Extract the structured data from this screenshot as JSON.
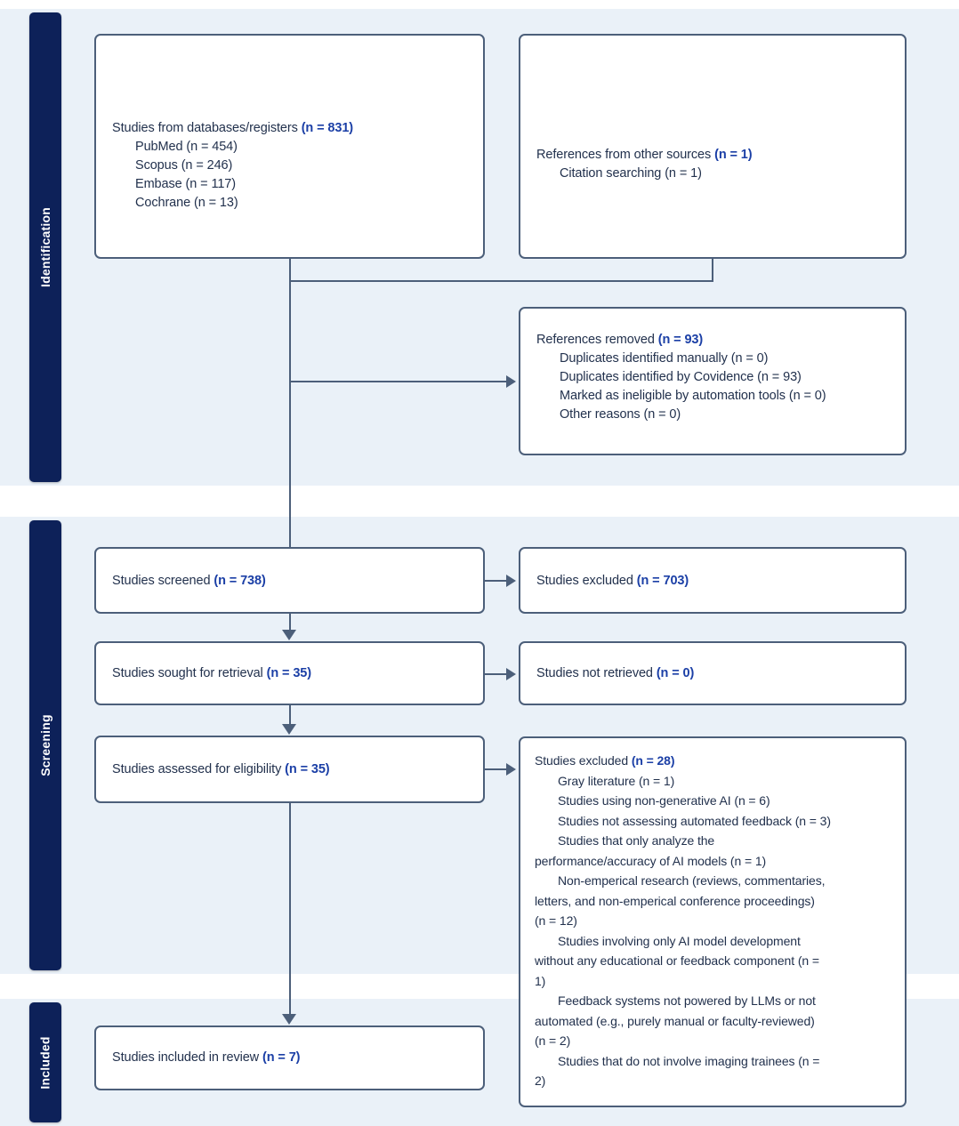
{
  "diagram": {
    "title": "PRISMA flow diagram",
    "accent_blue": "#1b3fa6",
    "band_color": "#0d2159",
    "panel_color": "#eaf1f8",
    "border_color": "#4c5f7a"
  },
  "phases": {
    "identification": "Identification",
    "screening": "Screening",
    "included": "Included"
  },
  "boxes": {
    "databases": {
      "title": "Studies from databases/registers ",
      "count": "(n = 831)",
      "lines": [
        "PubMed (n = 454)",
        "Scopus (n = 246)",
        "Embase (n = 117)",
        "Cochrane (n = 13)"
      ]
    },
    "other_sources": {
      "title": "References from other sources ",
      "count": "(n = 1)",
      "lines": [
        "Citation searching (n = 1)"
      ]
    },
    "removed": {
      "title": "References removed ",
      "count": "(n = 93)",
      "lines": [
        "Duplicates identified manually (n = 0)",
        "Duplicates identified by Covidence (n = 93)",
        "Marked as ineligible by automation tools (n = 0)",
        "Other reasons (n = 0)"
      ]
    },
    "screened": {
      "title": "Studies screened ",
      "count": "(n = 738)"
    },
    "excluded_703": {
      "title": "Studies excluded ",
      "count": "(n = 703)"
    },
    "sought": {
      "title": "Studies sought for retrieval ",
      "count": "(n = 35)"
    },
    "not_retrieved": {
      "title": "Studies not retrieved ",
      "count": "(n = 0)"
    },
    "assessed": {
      "title": "Studies assessed for eligibility ",
      "count": "(n = 35)"
    },
    "excluded_28": {
      "title": "Studies excluded ",
      "count": "(n = 28)",
      "reasons": [
        {
          "text": "Gray literature (n = 1)",
          "indent": true
        },
        {
          "text": "Studies using non-generative AI (n = 6)",
          "indent": true
        },
        {
          "text": "Studies not assessing automated feedback (n = 3)",
          "indent": true
        },
        {
          "text": "Studies that only analyze the",
          "indent": true
        },
        {
          "text": "performance/accuracy of AI models (n = 1)",
          "indent": false
        },
        {
          "text": "Non-emperical research (reviews, commentaries,",
          "indent": true
        },
        {
          "text": "letters, and non-emperical conference proceedings)",
          "indent": false
        },
        {
          "text": "(n = 12)",
          "indent": false
        },
        {
          "text": "Studies involving only AI model development",
          "indent": true
        },
        {
          "text": "without any educational or feedback component (n =",
          "indent": false
        },
        {
          "text": "1)",
          "indent": false
        },
        {
          "text": "Feedback systems not powered by LLMs or not",
          "indent": true
        },
        {
          "text": "automated (e.g., purely manual or faculty-reviewed)",
          "indent": false
        },
        {
          "text": "(n = 2)",
          "indent": false
        },
        {
          "text": "Studies that do not involve imaging trainees (n =",
          "indent": true
        },
        {
          "text": "2)",
          "indent": false
        }
      ]
    },
    "included": {
      "title": "Studies included in review ",
      "count": "(n = 7)"
    }
  }
}
